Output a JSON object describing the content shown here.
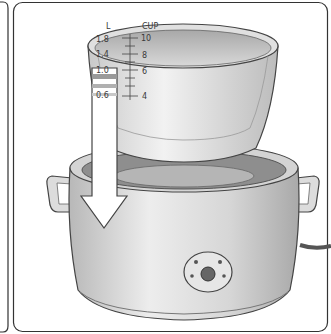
{
  "diagram": {
    "labels": [
      "L",
      "CUP",
      "1.8",
      "1.4",
      "1.0",
      "0.6",
      "10",
      "8",
      "6",
      "4"
    ]
  }
}
